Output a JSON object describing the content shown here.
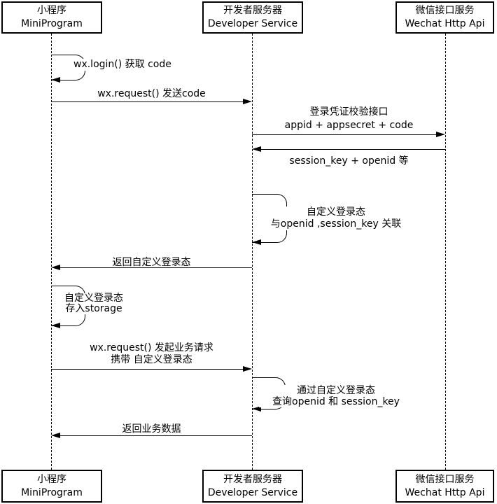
{
  "diagram": {
    "type": "sequence",
    "topic": "WeChat Mini Program login flow",
    "colors": {
      "line": "#000000",
      "background": "#ffffff",
      "box_fill": "#ffffff",
      "text": "#000000"
    }
  },
  "actors": {
    "miniprogram": {
      "name_cn": "小程序",
      "name_en": "MiniProgram"
    },
    "developer": {
      "name_cn": "开发者服务器",
      "name_en": "Developer Service"
    },
    "wechat": {
      "name_cn": "微信接口服务",
      "name_en": "Wechat Http Api"
    }
  },
  "messages": {
    "m1": {
      "type": "self",
      "actor": "miniprogram",
      "line1": "wx.login() 获取 code"
    },
    "m2": {
      "type": "arrow",
      "from": "miniprogram",
      "to": "developer",
      "line1": "wx.request() 发送code"
    },
    "m3": {
      "type": "arrow",
      "from": "developer",
      "to": "wechat",
      "line1": "登录凭证校验接口",
      "line2": "appid + appsecret + code"
    },
    "m4": {
      "type": "arrow",
      "from": "wechat",
      "to": "developer",
      "line1": "session_key + openid 等"
    },
    "m5": {
      "type": "self",
      "actor": "developer",
      "line1": "自定义登录态",
      "line2": "与openid ,session_key 关联"
    },
    "m6": {
      "type": "arrow",
      "from": "developer",
      "to": "miniprogram",
      "line1": "返回自定义登录态"
    },
    "m7": {
      "type": "self",
      "actor": "miniprogram",
      "line1": "自定义登录态",
      "line2": "存入storage"
    },
    "m8": {
      "type": "arrow",
      "from": "miniprogram",
      "to": "developer",
      "line1": "wx.request() 发起业务请求",
      "line2": "携带 自定义登录态"
    },
    "m9": {
      "type": "self",
      "actor": "developer",
      "line1": "通过自定义登录态",
      "line2": "查询openid 和 session_key"
    },
    "m10": {
      "type": "arrow",
      "from": "developer",
      "to": "miniprogram",
      "line1": "返回业务数据"
    }
  }
}
